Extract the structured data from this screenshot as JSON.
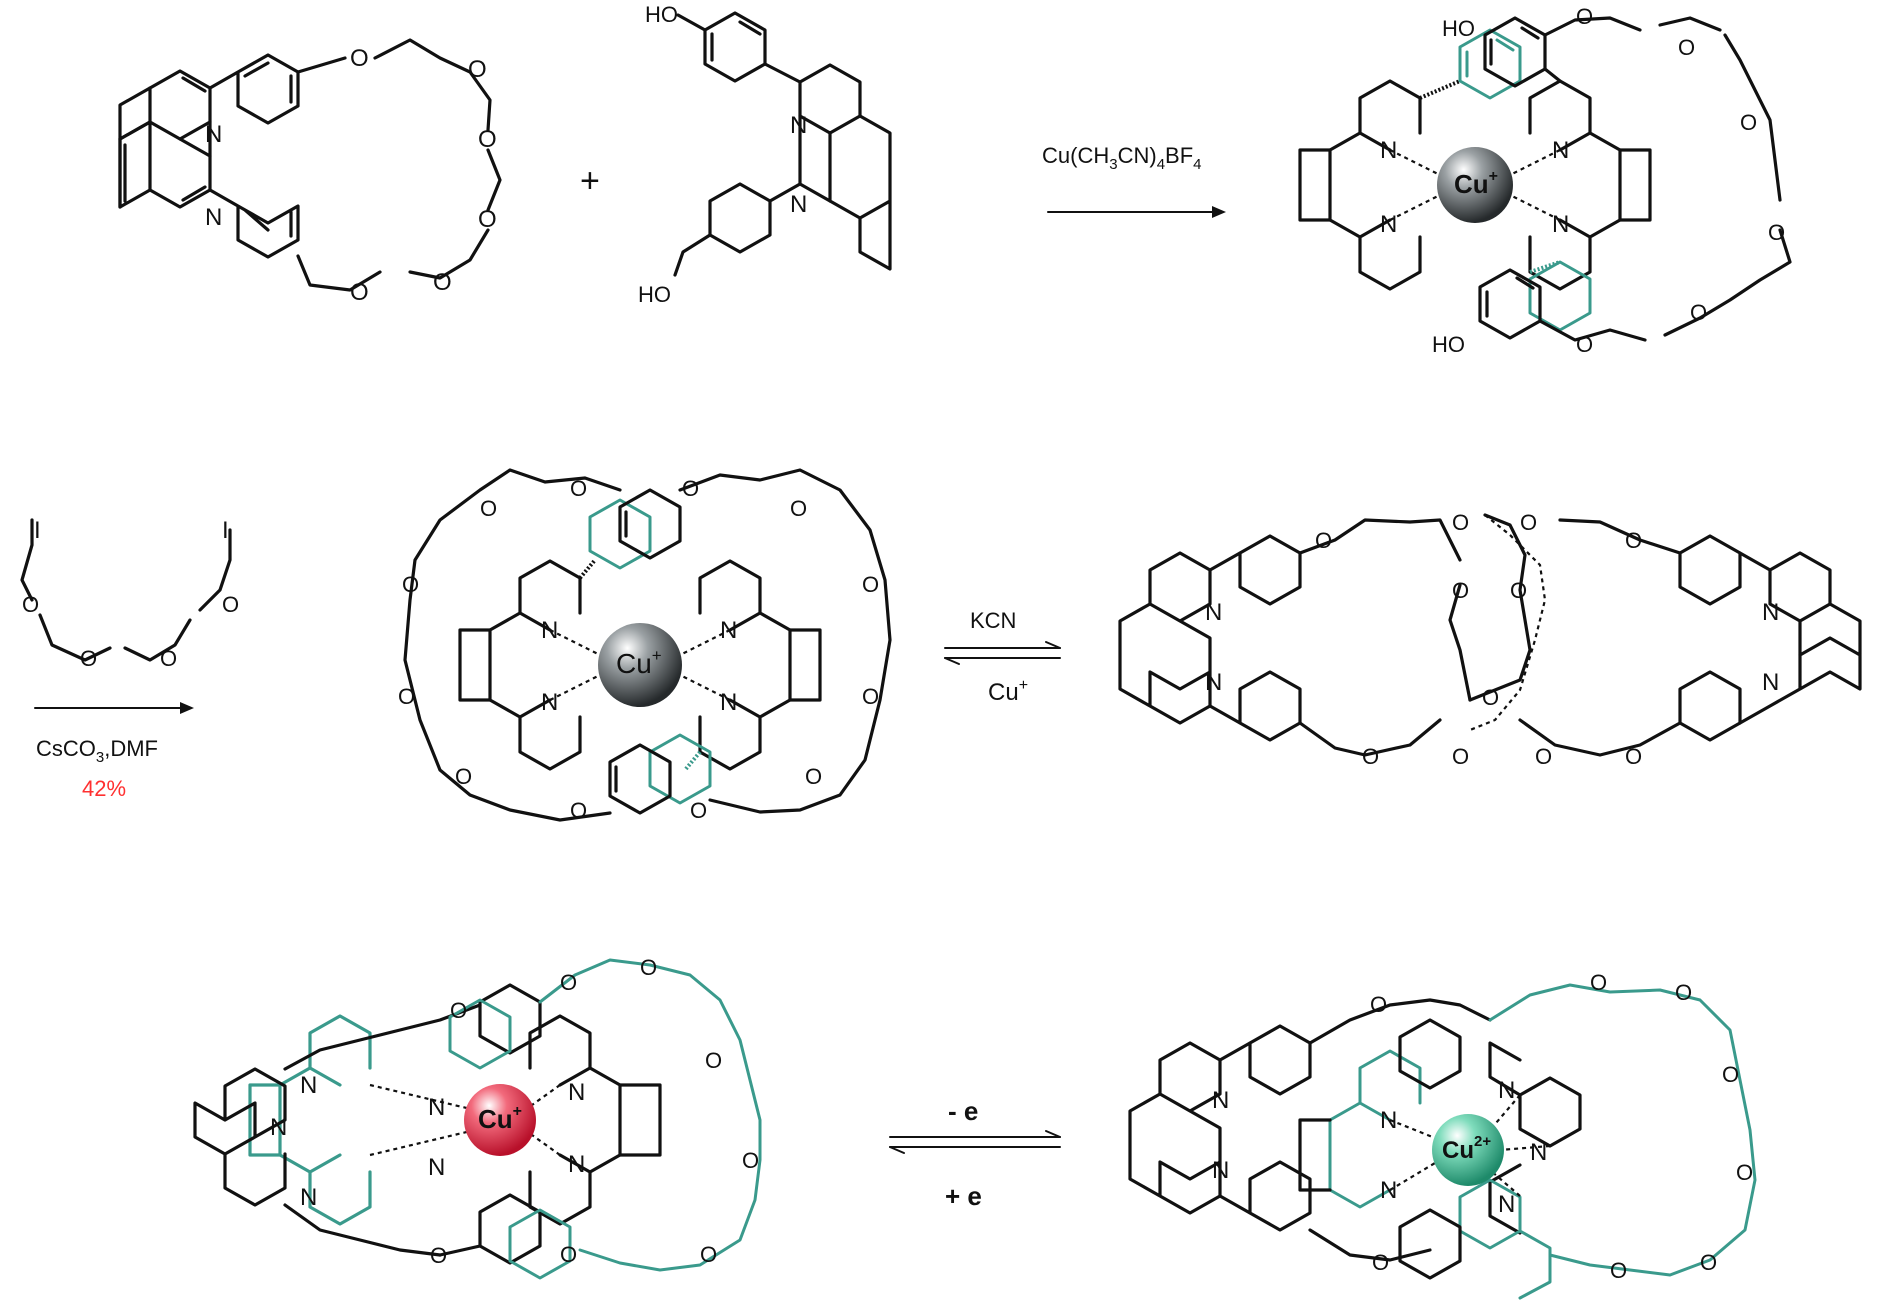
{
  "atoms": {
    "N": "N",
    "O": "O",
    "I": "I",
    "HO": "HO"
  },
  "ions": {
    "cu_plus_base": "Cu",
    "cu_plus_sup": "+",
    "cu2_base": "Cu",
    "cu2_sup": "2+"
  },
  "reagents": {
    "step1": {
      "cu": "Cu(CH",
      "sub3": "3",
      "cn": "CN)",
      "sub4": "4",
      "bf": "BF",
      "sub4b": "4"
    },
    "plus_sign": "+",
    "step2_reagent_a": "CsCO",
    "step2_sub3": "3",
    "step2_reagent_b": ",DMF",
    "step2_yield": "42%",
    "demetalation_top": "KCN",
    "demetalation_bottom_base": "Cu",
    "demetalation_bottom_sup": "+",
    "redox_top": "- e",
    "redox_bottom": "+ e"
  },
  "colors": {
    "bond": "#111111",
    "second_ligand": "#3a9a8c",
    "cu_plus_sphere": "#4a4f52",
    "cu_reduced_sphere": "#e0304a",
    "cu_oxidized_sphere": "#4fc49f",
    "yield_text": "#ff3030"
  }
}
